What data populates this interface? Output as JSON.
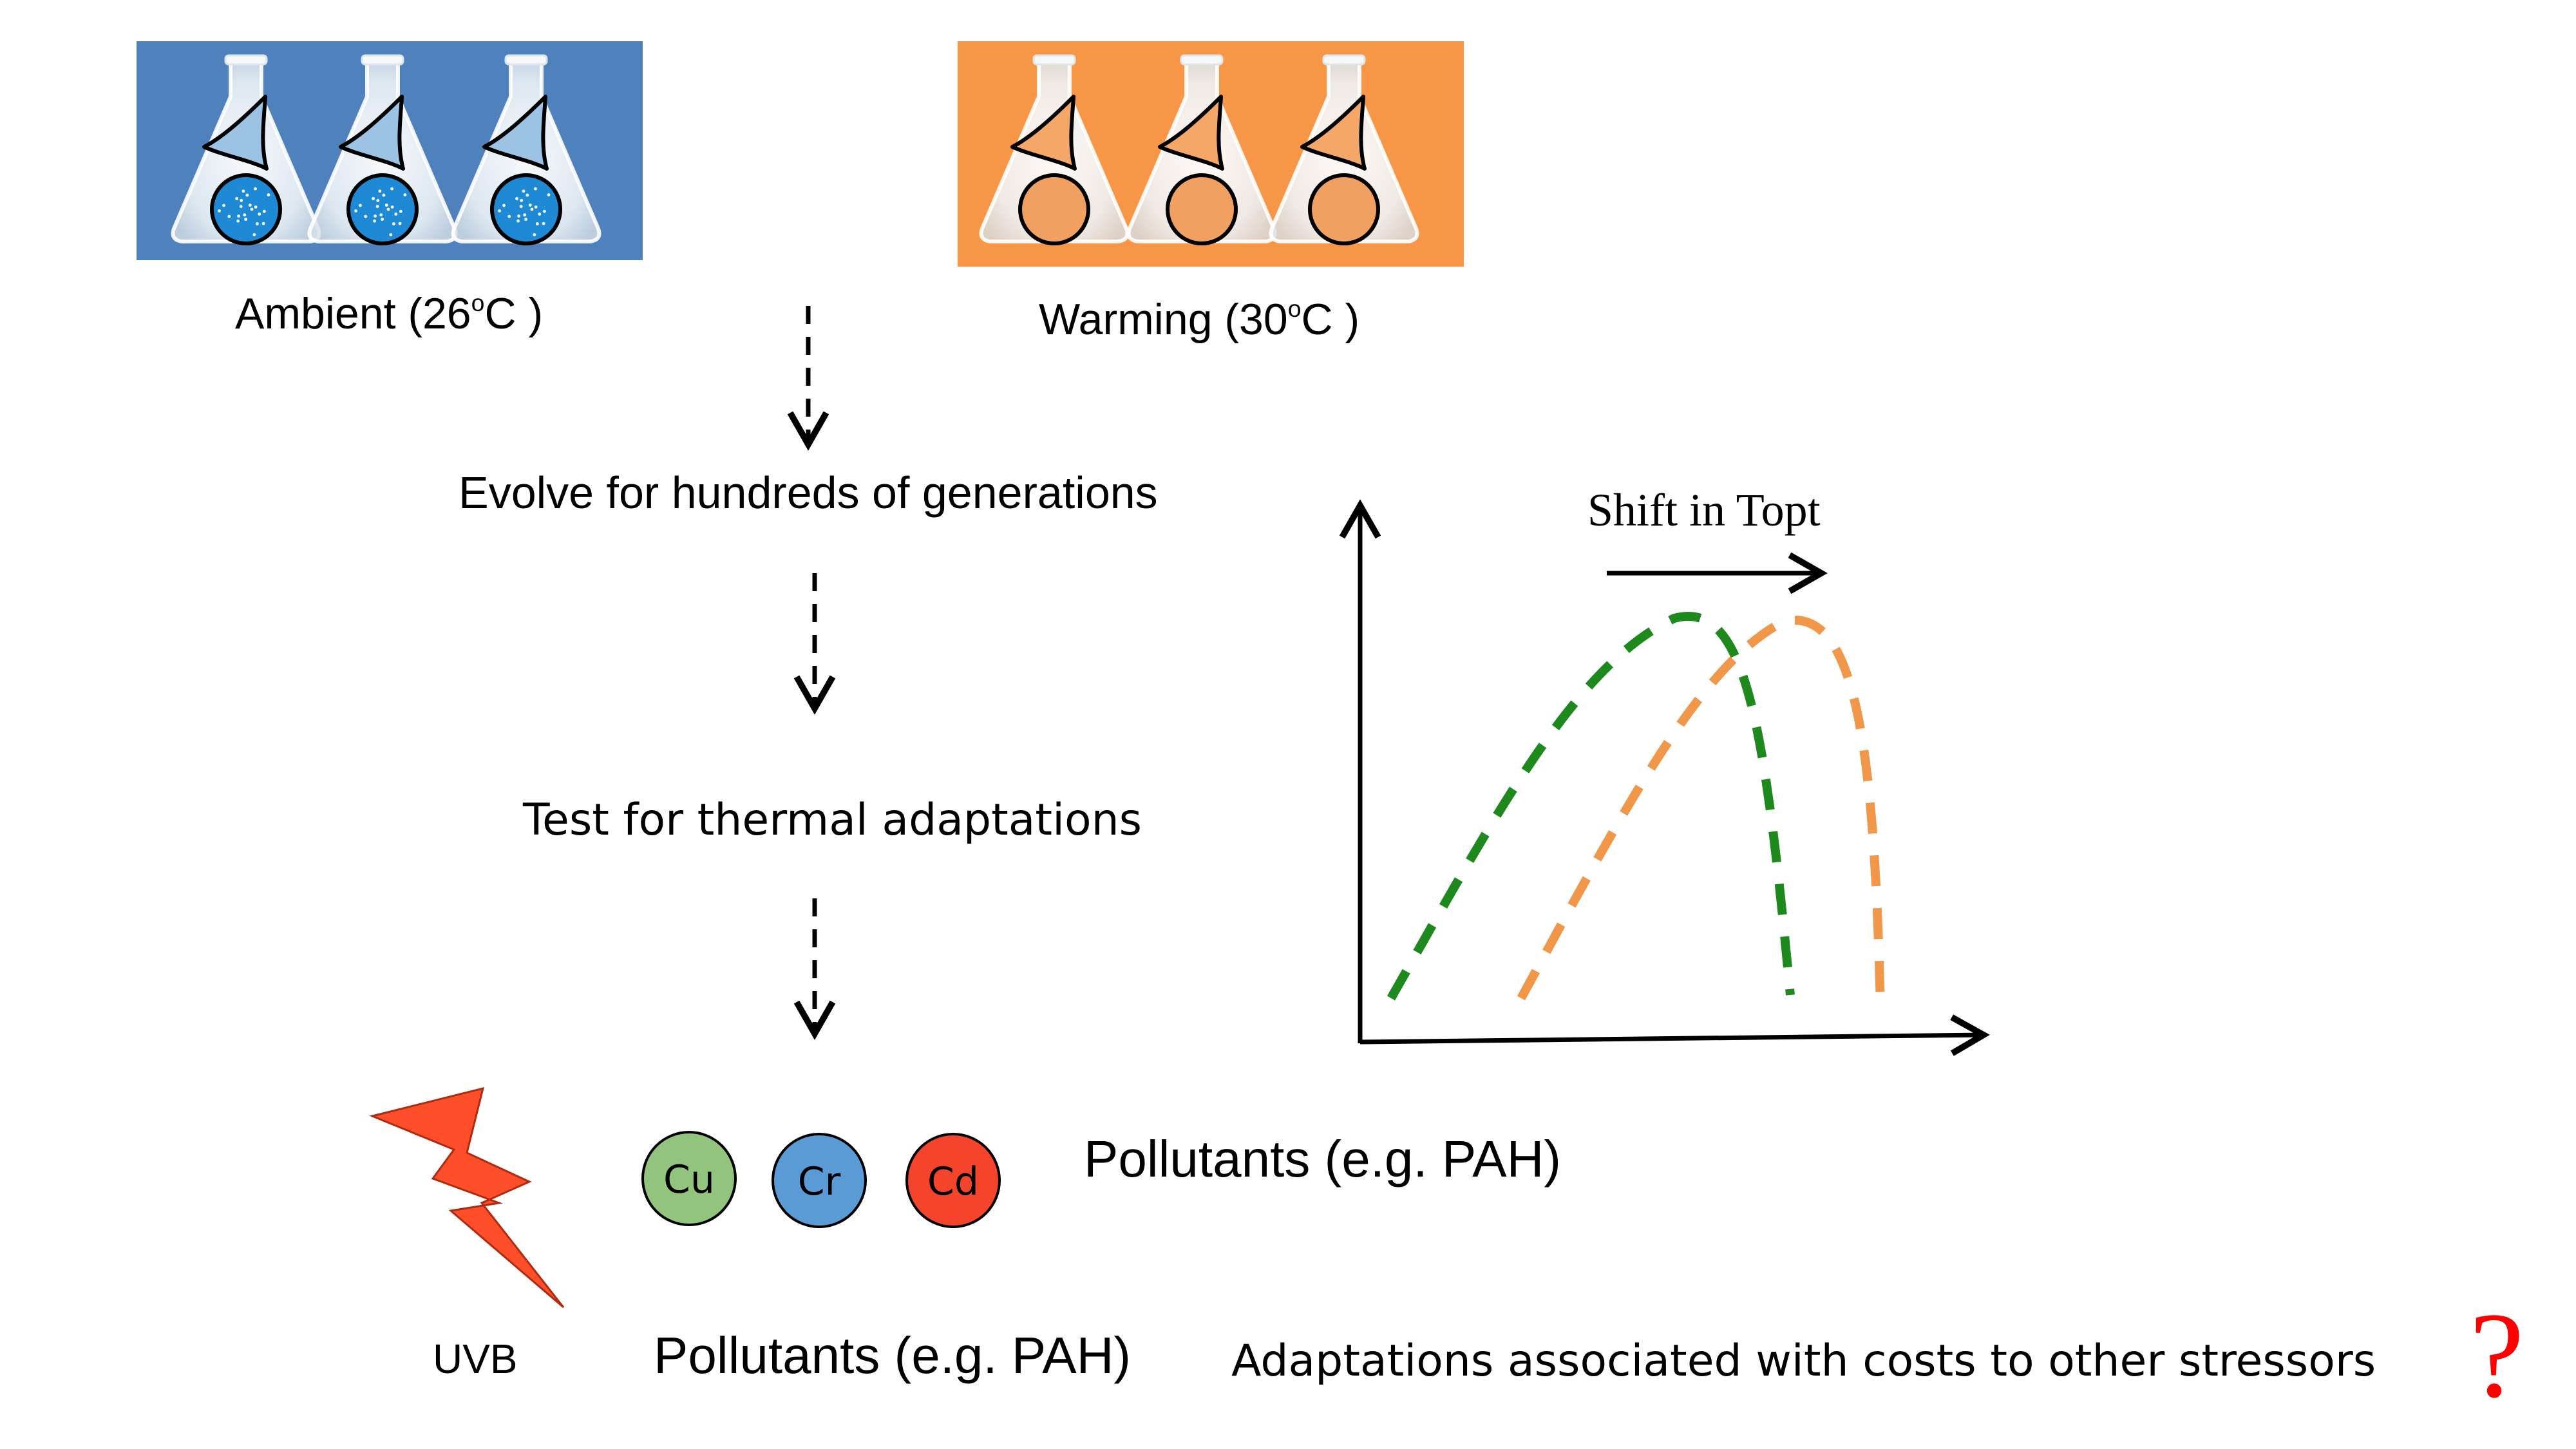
{
  "conditions": [
    {
      "label": "Ambient (26",
      "sup": "o",
      "label_tail": "C )",
      "fill": "#4f81bd",
      "flask_fill": "#1e8ad6",
      "flask_accent": "#9cc3e4"
    },
    {
      "label": "Warming (30",
      "sup": "o",
      "label_tail": "C )",
      "fill": "#f79646",
      "flask_fill": "#f0a060",
      "flask_accent": "#f4a766"
    }
  ],
  "steps": [
    "Evolve for hundreds of generations",
    "Test for thermal adaptations"
  ],
  "graph": {
    "shift_label": "Shift in Topt",
    "curve_colors": {
      "ambient": "#1e8a1e",
      "warming": "#f0974a"
    }
  },
  "pollutants": {
    "elements": [
      {
        "symbol": "Cu",
        "color": "#93c47d"
      },
      {
        "symbol": "Cr",
        "color": "#5b9bd5"
      },
      {
        "symbol": "Cd",
        "color": "#f4442c"
      }
    ],
    "label_top": "Pollutants (e.g. PAH)",
    "label_bottom": "Pollutants (e.g. PAH)"
  },
  "uvb": {
    "label": "UVB",
    "color": "#ff4e2a"
  },
  "conclusion": {
    "text": "Adaptations associated with costs to other stressors",
    "question_mark": "?",
    "question_color": "#ff0000"
  }
}
